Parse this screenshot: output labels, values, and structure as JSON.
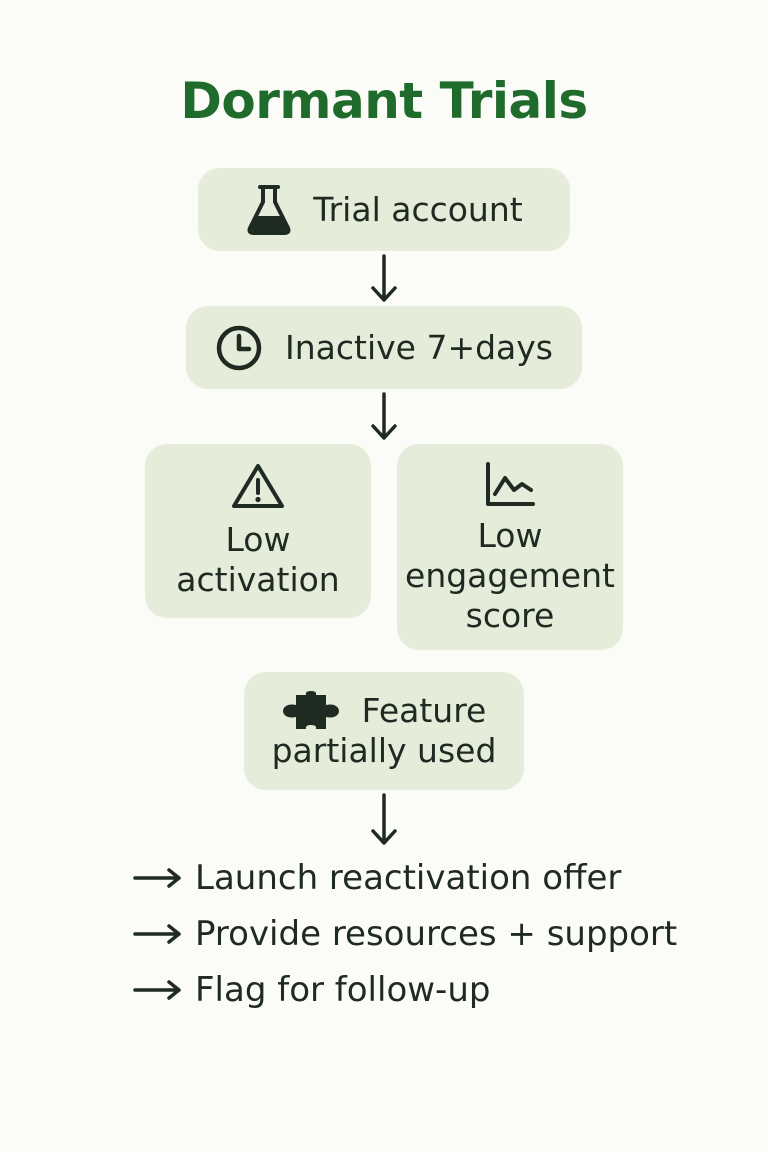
{
  "title": "Dormant Trials",
  "nodes": {
    "trial": {
      "label": "Trial account",
      "icon": "flask-icon"
    },
    "inactive": {
      "label": "Inactive 7+days",
      "icon": "clock-icon"
    },
    "low_activation": {
      "line1": "Low",
      "line2": "activation",
      "icon": "warning-icon"
    },
    "low_engagement": {
      "line1": "Low",
      "line2": "engagement",
      "line3": "score",
      "icon": "line-chart-icon"
    },
    "feature": {
      "line1": "Feature",
      "line2": "partially used",
      "icon": "puzzle-icon"
    }
  },
  "actions": [
    "Launch reactivation offer",
    "Provide resources + support",
    "Flag for follow-up"
  ],
  "colors": {
    "title": "#1e6b2c",
    "box_fill": "#e5ecd9",
    "text": "#1f2a22",
    "background": "#fbfcf8"
  }
}
